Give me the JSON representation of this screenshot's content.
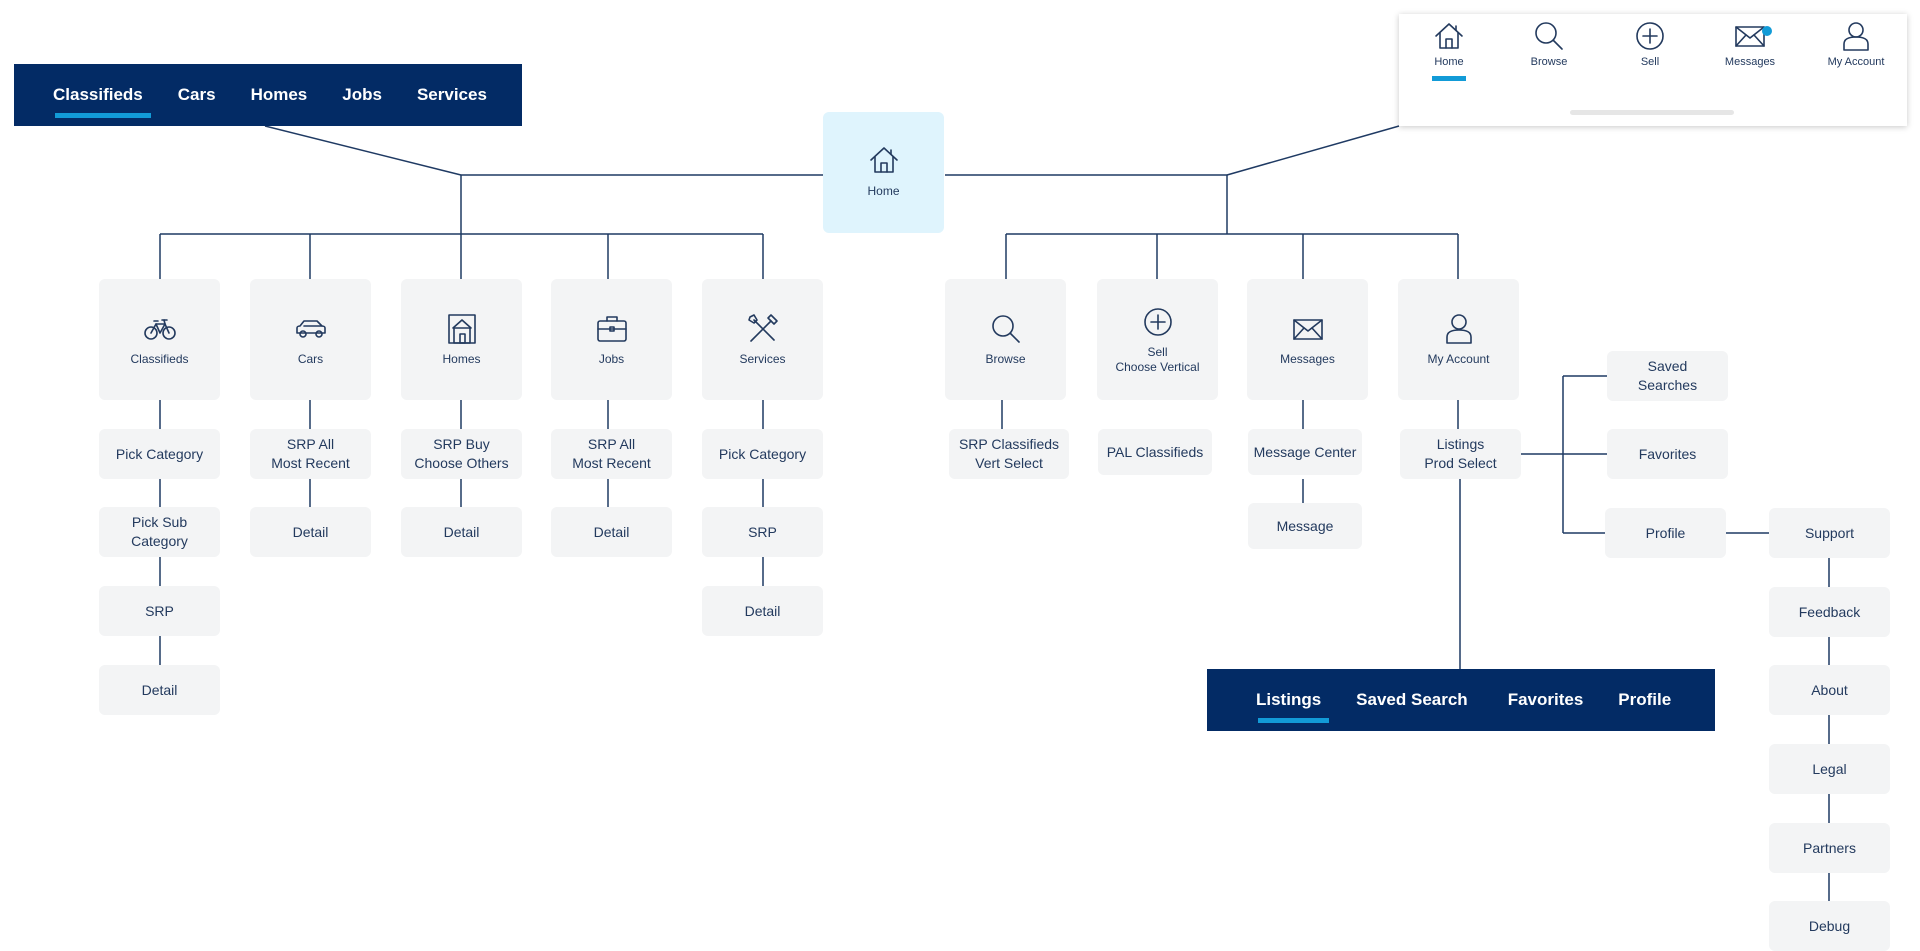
{
  "top_nav": {
    "items": [
      "Classifieds",
      "Cars",
      "Homes",
      "Jobs",
      "Services"
    ],
    "active": "Classifieds"
  },
  "tab_bar": {
    "tabs": [
      {
        "label": "Home",
        "icon": "home-icon"
      },
      {
        "label": "Browse",
        "icon": "search-icon"
      },
      {
        "label": "Sell",
        "icon": "plus-circle-icon"
      },
      {
        "label": "Messages",
        "icon": "envelope-icon"
      },
      {
        "label": "My Account",
        "icon": "user-icon"
      }
    ],
    "active": "Home"
  },
  "home": {
    "label": "Home",
    "icon": "home-icon"
  },
  "left_categories": [
    {
      "label": "Classifieds",
      "icon": "bicycle-icon",
      "children": [
        "Pick Category",
        "Pick Sub\nCategory",
        "SRP",
        "Detail"
      ]
    },
    {
      "label": "Cars",
      "icon": "car-icon",
      "children": [
        "SRP All\nMost Recent",
        "Detail"
      ]
    },
    {
      "label": "Homes",
      "icon": "house-icon",
      "children": [
        "SRP Buy\nChoose Others",
        "Detail"
      ]
    },
    {
      "label": "Jobs",
      "icon": "briefcase-icon",
      "children": [
        "SRP All\nMost Recent",
        "Detail"
      ]
    },
    {
      "label": "Services",
      "icon": "tools-icon",
      "children": [
        "Pick Category",
        "SRP",
        "Detail"
      ]
    }
  ],
  "right_categories": [
    {
      "label": "Browse",
      "icon": "search-icon",
      "children": [
        "SRP Classifieds\nVert Select"
      ]
    },
    {
      "label": "Sell\nChoose Vertical",
      "icon": "plus-circle-icon",
      "children": [
        "PAL Classifieds"
      ]
    },
    {
      "label": "Messages",
      "icon": "envelope-icon",
      "children": [
        "Message Center",
        "Message"
      ]
    },
    {
      "label": "My Account",
      "icon": "user-icon",
      "children": [
        "Listings\nProd Select"
      ]
    }
  ],
  "account_branches": [
    "Saved\nSearches",
    "Favorites",
    "Profile"
  ],
  "profile_children": [
    "Support",
    "Feedback",
    "About",
    "Legal",
    "Partners",
    "Debug"
  ],
  "account_nav": {
    "items": [
      "Listings",
      "Saved Search",
      "Favorites",
      "Profile"
    ],
    "active": "Listings"
  },
  "colors": {
    "navy": "#032b65",
    "accent": "#129bd7",
    "node_bg": "#f3f4f5",
    "home_bg": "#dff4fd",
    "line": "#1f3a63"
  }
}
